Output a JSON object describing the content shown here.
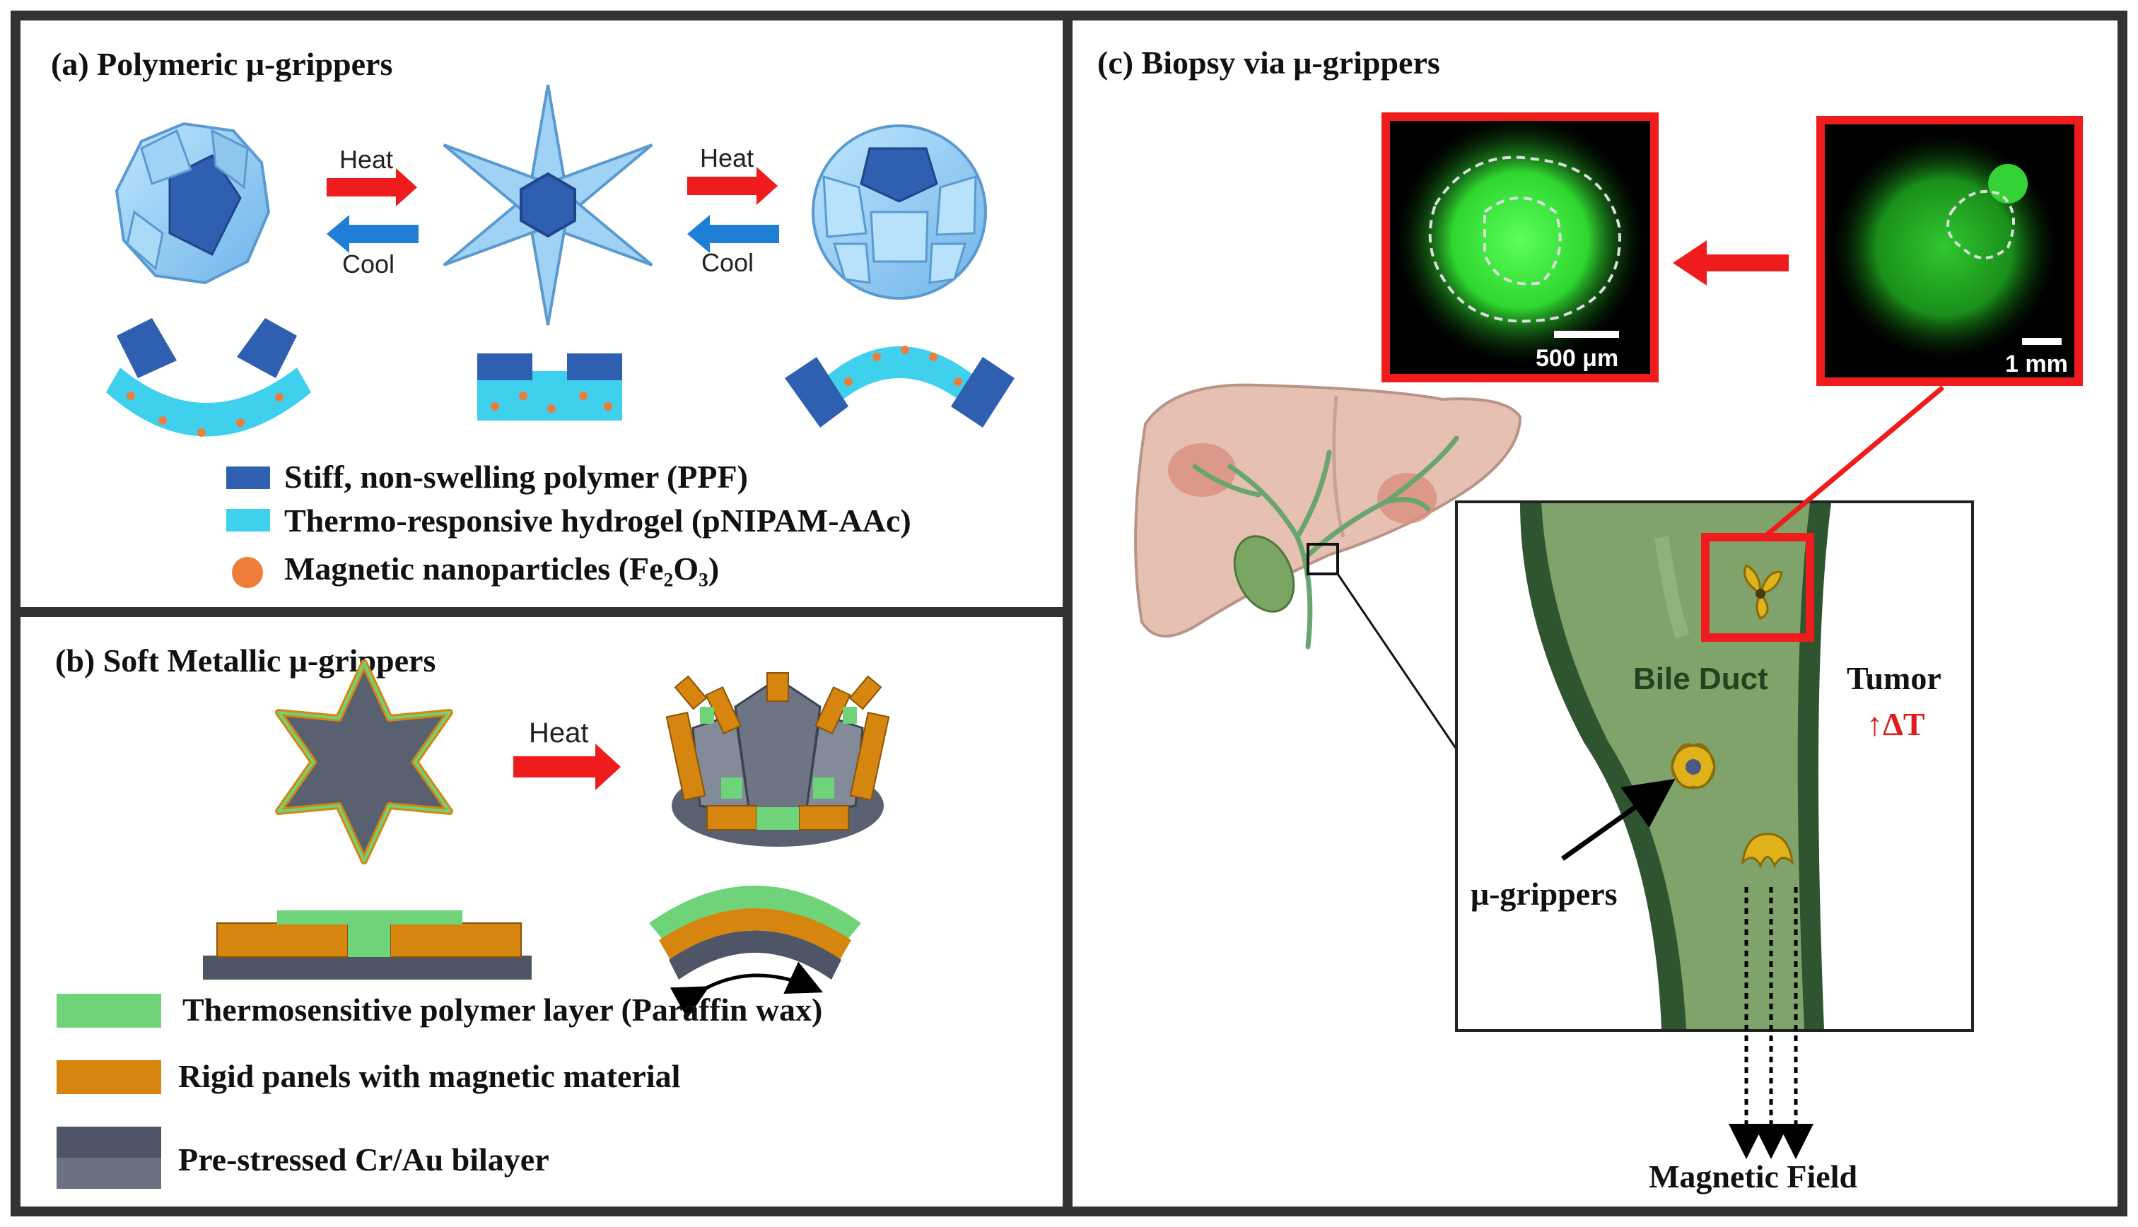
{
  "colors": {
    "frame": "#333333",
    "stiff_polymer": "#2f5fb0",
    "hydrogel": "#3fd0ee",
    "nanoparticle": "#ee7d3a",
    "thermo_polymer": "#6fd37a",
    "rigid_panel": "#d6860e",
    "bilayer": "#4d5566",
    "heat_arrow": "#ee1c1c",
    "cool_arrow": "#1f7fd6",
    "bile_duct": "#7fa36a",
    "duct_wall": "#2f5530",
    "tumor_label": "#e01b1b",
    "fluorescence": "#3cff3c"
  },
  "panel_a": {
    "title": "(a) Polymeric μ-grippers",
    "heat_label_1": "Heat",
    "cool_label_1": "Cool",
    "heat_label_2": "Heat",
    "cool_label_2": "Cool",
    "legend": [
      {
        "label": "Stiff, non-swelling polymer (PPF)"
      },
      {
        "label": "Thermo-responsive hydrogel (pNIPAM-AAc)"
      },
      {
        "label": "Magnetic nanoparticles (Fe₂O₃)"
      }
    ]
  },
  "panel_b": {
    "title": "(b) Soft Metallic μ-grippers",
    "heat_label": "Heat",
    "legend": [
      {
        "label": "Thermosensitive polymer layer (Paraffin wax)"
      },
      {
        "label": "Rigid panels with magnetic material"
      },
      {
        "label": "Pre-stressed Cr/Au bilayer"
      }
    ]
  },
  "panel_c": {
    "title": "(c) Biopsy via μ-grippers",
    "scale_bar_1": "500 μm",
    "scale_bar_2": "1 mm",
    "bile_duct_label": "Bile Duct",
    "tumor_label": "Tumor",
    "delta_t_label": "↑ΔT",
    "grippers_label": "μ-grippers",
    "field_label": "Magnetic Field"
  }
}
